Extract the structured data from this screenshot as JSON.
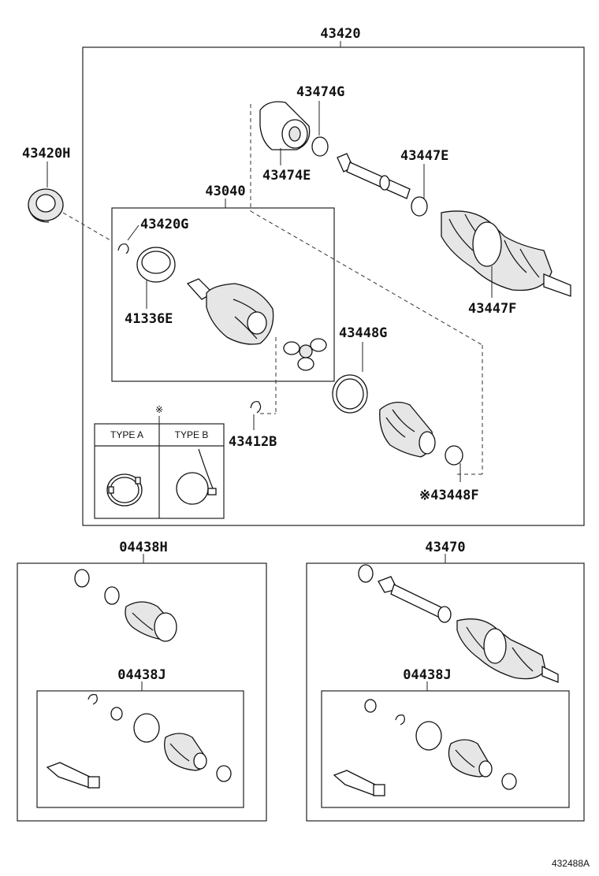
{
  "labels": {
    "assembly_main": "43420",
    "bearing_left": "43420H",
    "clamp_top": "43474G",
    "damper": "43474E",
    "outer_clamp": "43447E",
    "outer_clamp_2": "43447F",
    "inner_joint_kit": "43040",
    "snap_ring_small": "43420G",
    "bearing_ring": "41336E",
    "boot_clamp": "43448G",
    "snap_ring": "43412B",
    "clamp_small": "※43448F",
    "kit_h": "04438H",
    "kit_j_left": "04438J",
    "assembly_right": "43470",
    "kit_j_right": "04438J"
  },
  "type_table": {
    "mark": "※",
    "type_a": "TYPE A",
    "type_b": "TYPE B"
  },
  "diagram_ref": "432488A"
}
